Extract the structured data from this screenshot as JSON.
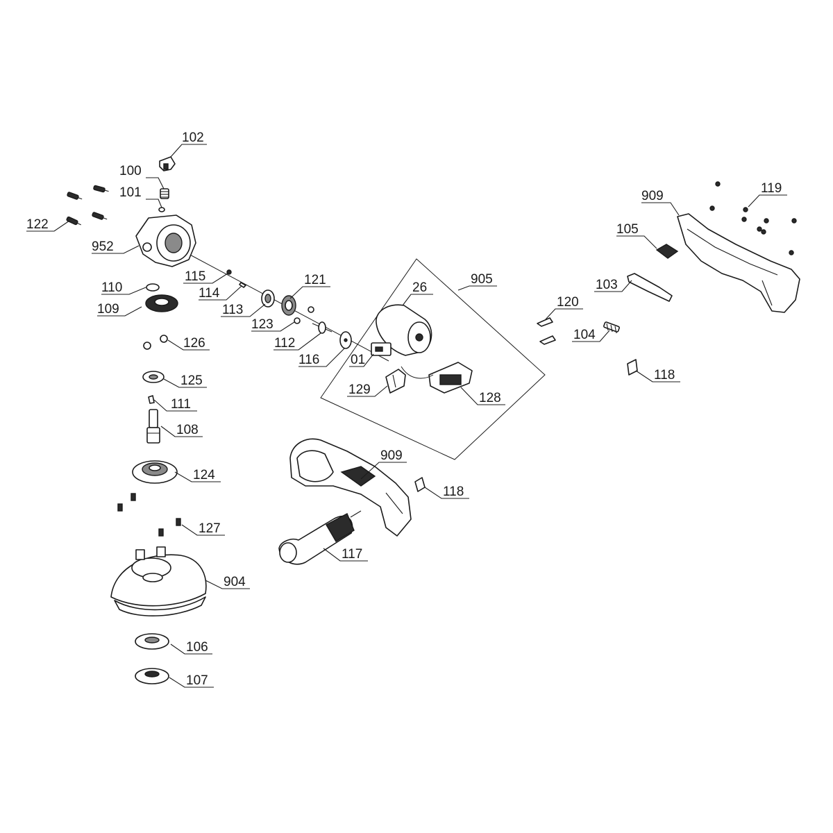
{
  "diagram": {
    "labels": {
      "l102": "102",
      "l100": "100",
      "l101": "101",
      "l122": "122",
      "l952": "952",
      "l115": "115",
      "l114": "114",
      "l113": "113",
      "l121": "121",
      "l123": "123",
      "l112": "112",
      "l116": "116",
      "l110": "110",
      "l109": "109",
      "l126": "126",
      "l125": "125",
      "l111": "111",
      "l108": "108",
      "l124": "124",
      "l127": "127",
      "l904": "904",
      "l106": "106",
      "l107": "107",
      "l26": "26",
      "l905": "905",
      "l01": "01",
      "l129": "129",
      "l128": "128",
      "l909a": "909",
      "l119": "119",
      "l105": "105",
      "l103": "103",
      "l120": "120",
      "l104": "104",
      "l118a": "118",
      "l909b": "909",
      "l118b": "118",
      "l117": "117"
    }
  }
}
